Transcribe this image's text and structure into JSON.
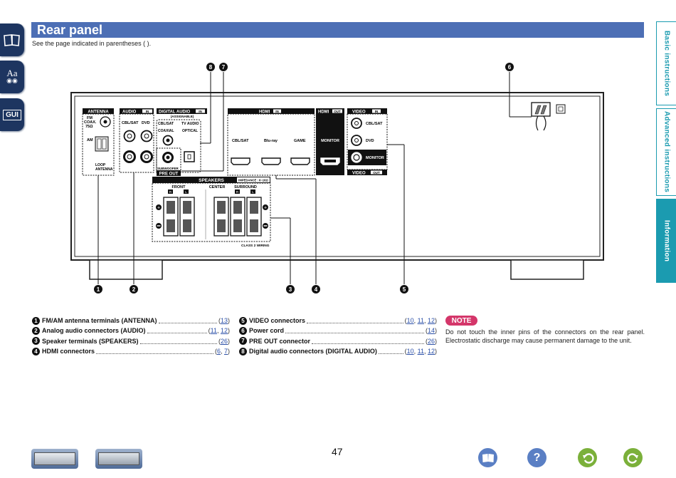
{
  "left_tabs": [
    {
      "icon": "book-icon"
    },
    {
      "icon": "font-settings-icon",
      "label": "Aa"
    },
    {
      "icon": "gui-icon",
      "label": "GUI"
    }
  ],
  "title": "Rear panel",
  "subtitle": "See the page indicated in parentheses ( ).",
  "right_tabs": [
    {
      "label": "Basic instructions",
      "active": false
    },
    {
      "label": "Advanced instructions",
      "active": false
    },
    {
      "label": "Information",
      "active": true
    }
  ],
  "diagram": {
    "sections": {
      "antenna": "ANTENNA",
      "fm_coax": "FM",
      "fm_coax2": "COAX.",
      "ohm": "75Ω",
      "am": "AM",
      "loop": "LOOP",
      "loop2": "ANTENNA",
      "audio": "AUDIO",
      "in": "IN",
      "out": "OUT",
      "cblsat": "CBL/SAT",
      "dvd": "DVD",
      "digital": "DIGITAL AUDIO",
      "assignable": "(ASSIGNABLE)",
      "coaxial": "COAXIAL",
      "tvaudio": "TV AUDIO",
      "optical": "OPTICAL",
      "subwoofer": "SUBWOOFER",
      "preout": "PRE OUT",
      "hdmi": "HDMI",
      "bluray": "Blu-ray",
      "game": "GAME",
      "monitor": "MONITOR",
      "video": "VIDEO",
      "speakers": "SPEAKERS",
      "impedance": "IMPEDANCE : 6~16Ω",
      "front": "FRONT",
      "center": "CENTER",
      "surround": "SURROUND",
      "r": "R",
      "l": "L",
      "class2": "CLASS 2 WIRING"
    },
    "callouts_top": [
      "8",
      "7",
      "6"
    ],
    "callouts_bottom": [
      "1",
      "2",
      "3",
      "4",
      "5"
    ]
  },
  "legend_left": [
    {
      "n": "1",
      "label": "FM/AM antenna terminals (ANTENNA)",
      "refs": [
        "13"
      ]
    },
    {
      "n": "2",
      "label": "Analog audio connectors (AUDIO)",
      "refs": [
        "11",
        "12"
      ]
    },
    {
      "n": "3",
      "label": "Speaker terminals (SPEAKERS)",
      "refs": [
        "26"
      ]
    },
    {
      "n": "4",
      "label": "HDMI connectors",
      "refs": [
        "6",
        "7"
      ]
    }
  ],
  "legend_right": [
    {
      "n": "5",
      "label": "VIDEO connectors",
      "refs": [
        "10",
        "11",
        "12"
      ]
    },
    {
      "n": "6",
      "label": "Power cord",
      "refs": [
        "14"
      ]
    },
    {
      "n": "7",
      "label": "PRE OUT connector",
      "refs": [
        "26"
      ]
    },
    {
      "n": "8",
      "label": "Digital audio connectors (DIGITAL AUDIO)",
      "refs": [
        "10",
        "11",
        "12"
      ]
    }
  ],
  "note": {
    "badge": "NOTE",
    "text": "Do not touch the inner pins of the connectors on the rear panel. Electrostatic discharge may cause permanent damage to the unit."
  },
  "page_number": "47",
  "bottom_nav": [
    {
      "icon": "front-panel-thumbnail"
    },
    {
      "icon": "display-thumbnail"
    },
    {
      "icon": "book-icon",
      "color": "#5a7fc4"
    },
    {
      "icon": "help-icon",
      "label": "?",
      "color": "#5a7fc4"
    },
    {
      "icon": "back-icon",
      "color": "#7bb03a"
    },
    {
      "icon": "forward-icon",
      "color": "#7bb03a"
    }
  ]
}
